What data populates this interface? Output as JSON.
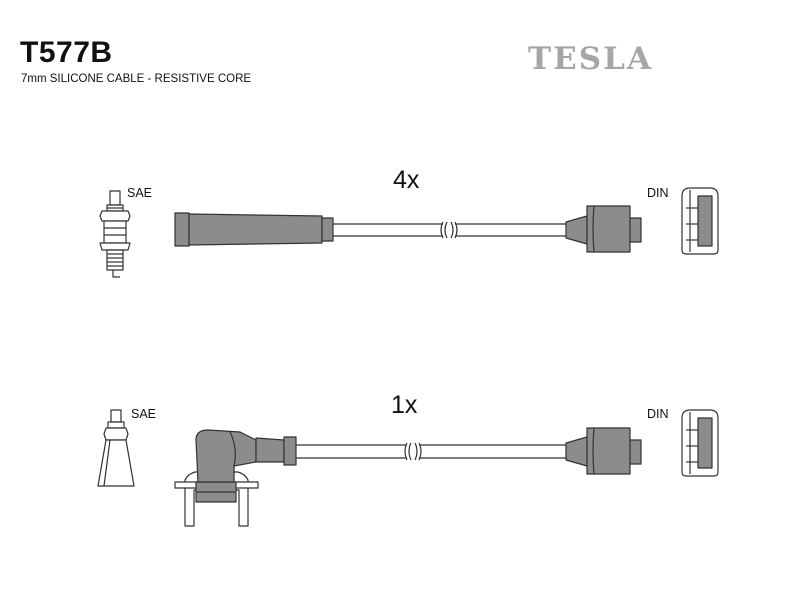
{
  "header": {
    "part_number": "T577B",
    "description": "7mm SILICONE CABLE - RESISTIVE CORE",
    "brand": "TESLA"
  },
  "assemblies": [
    {
      "quantity": "4x",
      "left_terminal": "SAE",
      "right_terminal": "DIN"
    },
    {
      "quantity": "1x",
      "left_terminal": "SAE",
      "right_terminal": "DIN"
    }
  ],
  "colors": {
    "boot_fill": "#8c8c8c",
    "outline": "#333333",
    "brand_gray": "#a6a6a6"
  }
}
